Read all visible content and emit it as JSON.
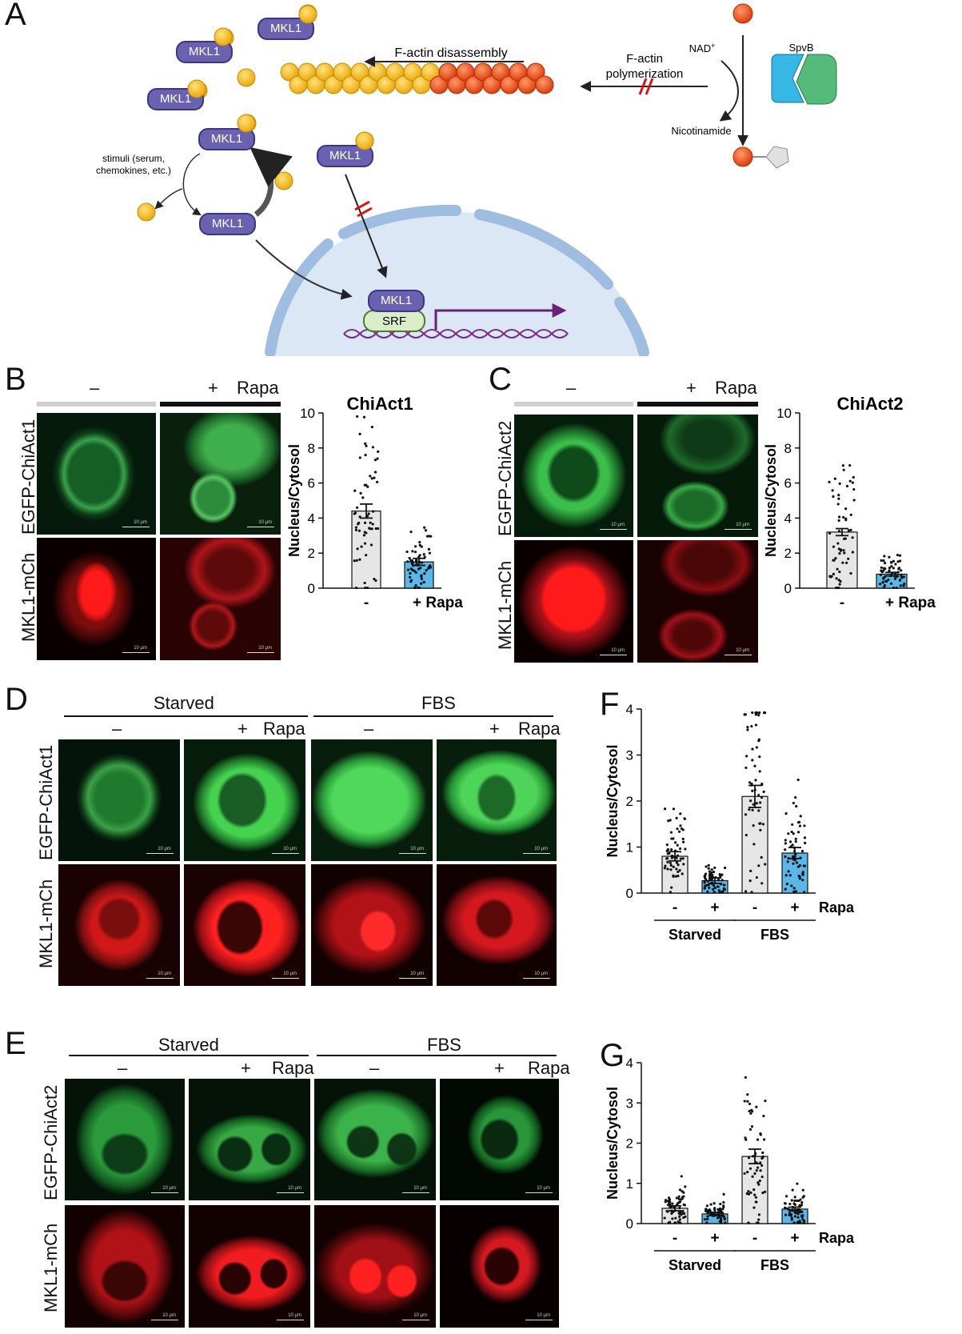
{
  "panels": {
    "A": "A",
    "B": "B",
    "C": "C",
    "D": "D",
    "E": "E",
    "F": "F",
    "G": "G"
  },
  "schematic": {
    "mkl1": "MKL1",
    "srf": "SRF",
    "f_actin_disassembly": "F-actin disassembly",
    "f_actin_polymerization_1": "F-actin",
    "f_actin_polymerization_2": "polymerization",
    "nad": "NAD",
    "nad_sup": "+",
    "nicotinamide": "Nicotinamide",
    "spvb": "SpvB",
    "stimuli_1": "stimuli (serum,",
    "stimuli_2": "chemokines, etc.)"
  },
  "labels": {
    "minus": "–",
    "plus": "+",
    "rapa": "Rapa",
    "starved": "Starved",
    "fbs": "FBS",
    "egfp_chiact1": "EGFP-ChiAct1",
    "egfp_chiact2": "EGFP-ChiAct2",
    "mkl1_mch": "MKL1-mCh",
    "scale": "10 μm"
  },
  "colors": {
    "green_channel": "#2fae4a",
    "red_channel": "#e0141a",
    "bar_gray": "#e6e6e6",
    "bar_blue": "#5ab7e8",
    "mkl1": "#6b61b1",
    "gactin": "#f5c21b",
    "factin": "#ee5a24"
  },
  "chart_data": [
    {
      "id": "B",
      "type": "bar",
      "title": "ChiAct1",
      "ylabel": "Nucleus/Cytosol",
      "ylim": [
        0,
        10
      ],
      "yticks": [
        0,
        2,
        4,
        6,
        8,
        10
      ],
      "categories": [
        "-",
        "+ Rapa"
      ],
      "values": [
        4.4,
        1.5
      ],
      "errors": [
        0.4,
        0.2
      ]
    },
    {
      "id": "C",
      "type": "bar",
      "title": "ChiAct2",
      "ylabel": "Nucleus/Cytosol",
      "ylim": [
        0,
        10
      ],
      "yticks": [
        0,
        2,
        4,
        6,
        8,
        10
      ],
      "categories": [
        "-",
        "+ Rapa"
      ],
      "values": [
        3.2,
        0.8
      ],
      "errors": [
        0.2,
        0.1
      ]
    },
    {
      "id": "F",
      "type": "bar",
      "title": "ChiAct1",
      "ylabel": "Nucleus/Cytosol",
      "ylim": [
        0,
        4
      ],
      "yticks": [
        0,
        1,
        2,
        3,
        4
      ],
      "categories": [
        "-",
        "+",
        "-",
        "+"
      ],
      "groups": [
        "Starved",
        "FBS"
      ],
      "trailing_label": "Rapa",
      "values": [
        0.8,
        0.27,
        2.1,
        0.87
      ],
      "errors": [
        0.1,
        0.06,
        0.24,
        0.12
      ]
    },
    {
      "id": "G",
      "type": "bar",
      "title": "ChiAct2",
      "ylabel": "Nucleus/Cytosol",
      "ylim": [
        0,
        4
      ],
      "yticks": [
        0,
        1,
        2,
        3,
        4
      ],
      "categories": [
        "-",
        "+",
        "-",
        "+"
      ],
      "groups": [
        "Starved",
        "FBS"
      ],
      "trailing_label": "Rapa",
      "values": [
        0.38,
        0.24,
        1.67,
        0.36
      ],
      "errors": [
        0.06,
        0.04,
        0.18,
        0.05
      ]
    }
  ]
}
